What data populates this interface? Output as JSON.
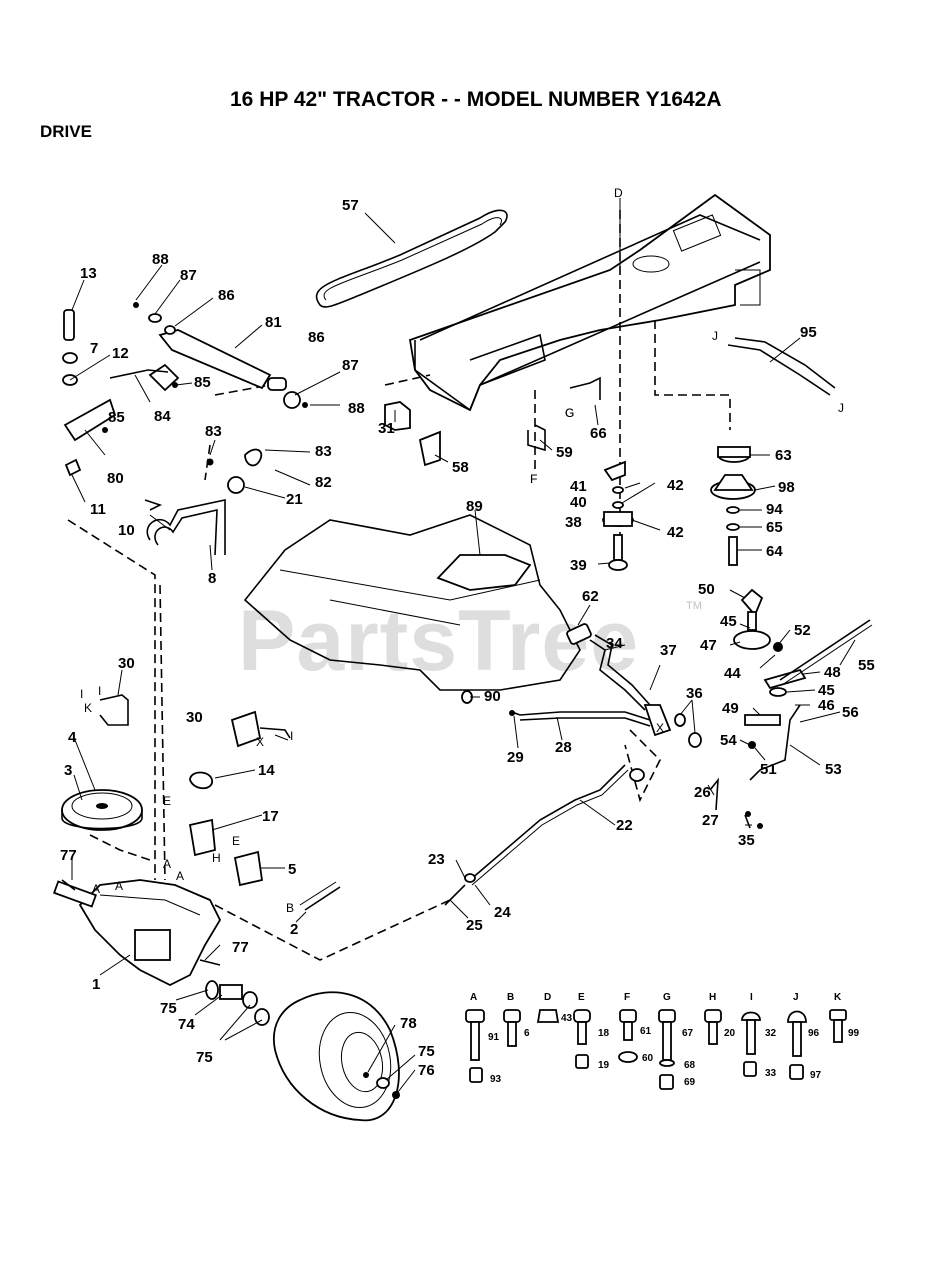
{
  "header": {
    "title": "16 HP 42\" TRACTOR - - MODEL NUMBER Y1642A",
    "section": "DRIVE"
  },
  "watermark": {
    "text": "PartsTree",
    "tm": "TM"
  },
  "callouts": [
    {
      "id": "57",
      "label": "57"
    },
    {
      "id": "d-top",
      "label": "D"
    },
    {
      "id": "95",
      "label": "95"
    },
    {
      "id": "j1",
      "label": "J"
    },
    {
      "id": "j2",
      "label": "J"
    },
    {
      "id": "13",
      "label": "13"
    },
    {
      "id": "88a",
      "label": "88"
    },
    {
      "id": "87a",
      "label": "87"
    },
    {
      "id": "86a",
      "label": "86"
    },
    {
      "id": "81",
      "label": "81"
    },
    {
      "id": "7",
      "label": "7"
    },
    {
      "id": "12",
      "label": "12"
    },
    {
      "id": "85a",
      "label": "85"
    },
    {
      "id": "86b",
      "label": "86"
    },
    {
      "id": "87b",
      "label": "87"
    },
    {
      "id": "88b",
      "label": "88"
    },
    {
      "id": "84",
      "label": "84"
    },
    {
      "id": "85b",
      "label": "85"
    },
    {
      "id": "80",
      "label": "80"
    },
    {
      "id": "83a",
      "label": "83"
    },
    {
      "id": "83b",
      "label": "83"
    },
    {
      "id": "82",
      "label": "82"
    },
    {
      "id": "11",
      "label": "11"
    },
    {
      "id": "21",
      "label": "21"
    },
    {
      "id": "10",
      "label": "10"
    },
    {
      "id": "8",
      "label": "8"
    },
    {
      "id": "31",
      "label": "31"
    },
    {
      "id": "58",
      "label": "58"
    },
    {
      "id": "59",
      "label": "59"
    },
    {
      "id": "f1",
      "label": "F"
    },
    {
      "id": "g1",
      "label": "G"
    },
    {
      "id": "66",
      "label": "66"
    },
    {
      "id": "41",
      "label": "41"
    },
    {
      "id": "42a",
      "label": "42"
    },
    {
      "id": "40",
      "label": "40"
    },
    {
      "id": "38",
      "label": "38"
    },
    {
      "id": "42b",
      "label": "42"
    },
    {
      "id": "39",
      "label": "39"
    },
    {
      "id": "63",
      "label": "63"
    },
    {
      "id": "98",
      "label": "98"
    },
    {
      "id": "94",
      "label": "94"
    },
    {
      "id": "65",
      "label": "65"
    },
    {
      "id": "64",
      "label": "64"
    },
    {
      "id": "89",
      "label": "89"
    },
    {
      "id": "62",
      "label": "62"
    },
    {
      "id": "34",
      "label": "34"
    },
    {
      "id": "37",
      "label": "37"
    },
    {
      "id": "50",
      "label": "50"
    },
    {
      "id": "45a",
      "label": "45"
    },
    {
      "id": "52",
      "label": "52"
    },
    {
      "id": "47",
      "label": "47"
    },
    {
      "id": "55",
      "label": "55"
    },
    {
      "id": "44",
      "label": "44"
    },
    {
      "id": "48",
      "label": "48"
    },
    {
      "id": "45b",
      "label": "45"
    },
    {
      "id": "46",
      "label": "46"
    },
    {
      "id": "49",
      "label": "49"
    },
    {
      "id": "56",
      "label": "56"
    },
    {
      "id": "90",
      "label": "90"
    },
    {
      "id": "36",
      "label": "36"
    },
    {
      "id": "29",
      "label": "29"
    },
    {
      "id": "28",
      "label": "28"
    },
    {
      "id": "54",
      "label": "54"
    },
    {
      "id": "53",
      "label": "53"
    },
    {
      "id": "51",
      "label": "51"
    },
    {
      "id": "26",
      "label": "26"
    },
    {
      "id": "27",
      "label": "27"
    },
    {
      "id": "35",
      "label": "35"
    },
    {
      "id": "22",
      "label": "22"
    },
    {
      "id": "30a",
      "label": "30"
    },
    {
      "id": "30b",
      "label": "30"
    },
    {
      "id": "14",
      "label": "14"
    },
    {
      "id": "4",
      "label": "4"
    },
    {
      "id": "3",
      "label": "3"
    },
    {
      "id": "17",
      "label": "17"
    },
    {
      "id": "5",
      "label": "5"
    },
    {
      "id": "23",
      "label": "23"
    },
    {
      "id": "24",
      "label": "24"
    },
    {
      "id": "25",
      "label": "25"
    },
    {
      "id": "2",
      "label": "2"
    },
    {
      "id": "77a",
      "label": "77"
    },
    {
      "id": "77b",
      "label": "77"
    },
    {
      "id": "1",
      "label": "1"
    },
    {
      "id": "75a",
      "label": "75"
    },
    {
      "id": "74",
      "label": "74"
    },
    {
      "id": "75b",
      "label": "75"
    },
    {
      "id": "78",
      "label": "78"
    },
    {
      "id": "75c",
      "label": "75"
    },
    {
      "id": "76",
      "label": "76"
    }
  ],
  "letters": [
    "A",
    "A",
    "A",
    "A",
    "E",
    "E",
    "H",
    "B",
    "I",
    "I",
    "K",
    "I",
    "X",
    "X",
    "F",
    "G"
  ],
  "hardware": [
    {
      "key": "A",
      "part": "91",
      "nut": "93"
    },
    {
      "key": "B",
      "part": "6",
      "nut": ""
    },
    {
      "key": "D",
      "part": "43",
      "nut": ""
    },
    {
      "key": "E",
      "part": "18",
      "nut": "19"
    },
    {
      "key": "F",
      "part": "61",
      "nut": "60"
    },
    {
      "key": "G",
      "part": "67",
      "nut": "68"
    },
    {
      "key": "G2",
      "part": "",
      "nut": "69"
    },
    {
      "key": "H",
      "part": "20",
      "nut": ""
    },
    {
      "key": "I",
      "part": "32",
      "nut": "33"
    },
    {
      "key": "J",
      "part": "96",
      "nut": "97"
    },
    {
      "key": "K",
      "part": "99",
      "nut": ""
    }
  ]
}
